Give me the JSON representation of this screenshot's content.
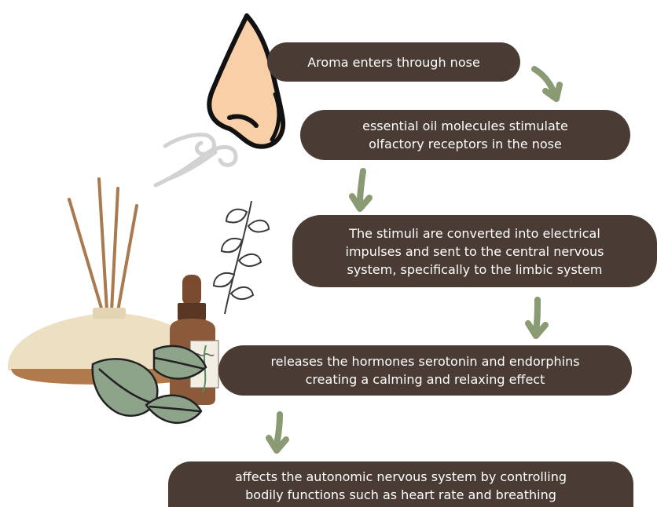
{
  "steps": [
    {
      "lines": [
        "Aroma enters through nose"
      ]
    },
    {
      "lines": [
        "essential oil molecules stimulate",
        "olfactory receptors in the nose"
      ]
    },
    {
      "lines": [
        "The stimuli are converted into electrical",
        "impulses and sent to the central nervous",
        "system, specifically to the limbic system"
      ]
    },
    {
      "lines": [
        "releases the hormones serotonin and endorphins",
        "creating a calming and relaxing effect"
      ]
    },
    {
      "lines": [
        "affects the autonomic nervous system by controlling",
        "bodily functions such as heart rate and breathing"
      ]
    }
  ],
  "colors": {
    "step_bg": "#4a3b34",
    "step_text": "#ffffff",
    "arrow": "#8a9a73",
    "nose_skin": "#f8cfa6",
    "diffuser": "#ecdfc2",
    "diffuser_base": "#b07a4c",
    "leaf": "#8ea48a",
    "bottle": "#8a5a3b",
    "reed": "#a9794f"
  }
}
